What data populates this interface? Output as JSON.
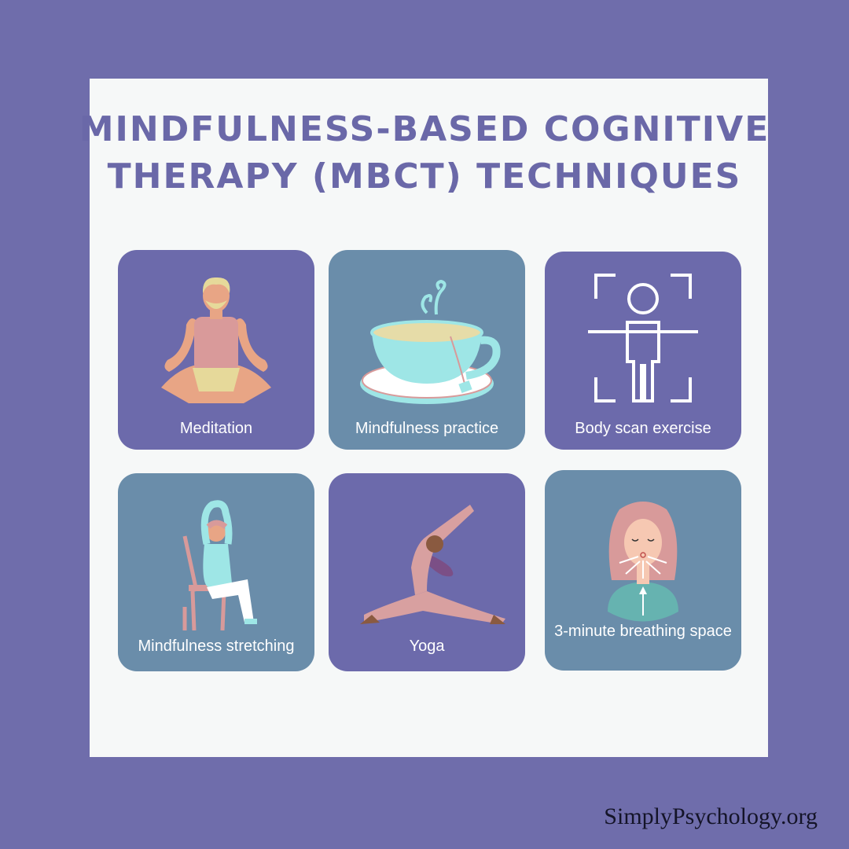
{
  "title": "Mindfulness-Based Cognitive Therapy (MBCT) Techniques",
  "colors": {
    "background": "#6f6dab",
    "panel": "#f6f8f8",
    "title": "#6a68a8",
    "card_purple": "#6c6aab",
    "card_blue": "#6a8daa"
  },
  "cards": [
    {
      "label": "Meditation",
      "icon": "meditating-man-icon",
      "color": "purple"
    },
    {
      "label": "Mindfulness practice",
      "icon": "tea-cup-icon",
      "color": "blue"
    },
    {
      "label": "Body scan exercise",
      "icon": "body-scan-icon",
      "color": "purple"
    },
    {
      "label": "Mindfulness stretching",
      "icon": "chair-stretching-icon",
      "color": "blue"
    },
    {
      "label": "Yoga",
      "icon": "yoga-pose-icon",
      "color": "purple"
    },
    {
      "label": "3-minute breathing space",
      "icon": "breathing-woman-icon",
      "color": "blue"
    }
  ],
  "footer": "SimplyPsychology.org"
}
